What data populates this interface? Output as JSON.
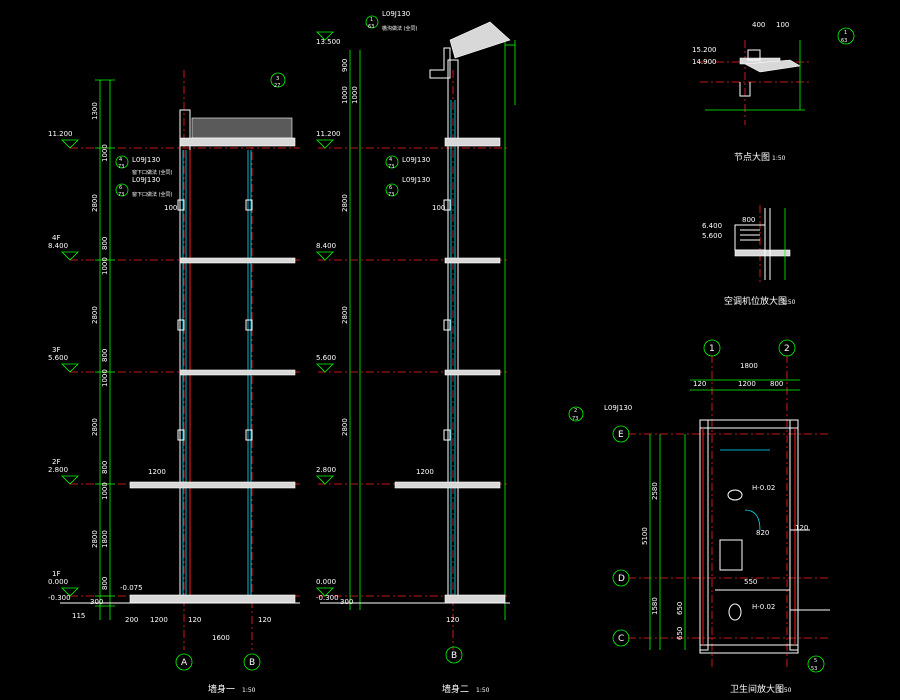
{
  "section1": {
    "title": "墙身一",
    "scale": "1:50",
    "levels": [
      "11.200",
      "8.400",
      "5.600",
      "2.800",
      "0.000",
      "-0.300"
    ],
    "floor_tags": [
      "4F",
      "3F",
      "2F",
      "1F"
    ],
    "dims_left": [
      "1300",
      "2800",
      "2800",
      "2800",
      "2800",
      "300",
      "115"
    ],
    "dims_sub": [
      "1000",
      "800",
      "1000",
      "800",
      "1000",
      "800",
      "1000",
      "800",
      "1800"
    ],
    "bottom_dims": [
      "200",
      "1200",
      "120",
      "1600",
      "120"
    ],
    "ref_tags": [
      {
        "num": "4",
        "sheet": "73",
        "text": "L09J130"
      },
      {
        "num": "6",
        "sheet": "73",
        "text": "L09J130"
      }
    ],
    "note_lines": [
      "窗下口做法 (全同)",
      "窗下口做法 (全同)"
    ],
    "sill": "100",
    "canopy": "1200",
    "ground": "-0.075",
    "axis_a": "A",
    "axis_b": "B",
    "top_tag": {
      "num": "3",
      "sheet": "27"
    }
  },
  "section2": {
    "title": "墙身二",
    "scale": "1:50",
    "levels": [
      "13.500",
      "11.200",
      "8.400",
      "5.600",
      "2.800",
      "0.000",
      "-0.300"
    ],
    "dims_left": [
      "900",
      "1000",
      "1000",
      "2800",
      "2800",
      "2800",
      "300"
    ],
    "top_ref": {
      "num": "1",
      "sheet": "63",
      "text": "L09J130",
      "label": "檐沟做法 (全同)"
    },
    "ref_tags": [
      {
        "num": "4",
        "sheet": "73",
        "text": "L09J130"
      },
      {
        "num": "6",
        "sheet": "73",
        "text": "L09J130"
      }
    ],
    "sill": "100",
    "canopy": "1200",
    "bottom_dim": "120",
    "axis_b": "B"
  },
  "detail1": {
    "title": "节点大图",
    "scale": "1:50",
    "levels": [
      "15.200",
      "14.900"
    ],
    "dims": [
      "400",
      "100"
    ],
    "tag": {
      "num": "1",
      "sheet": "63"
    }
  },
  "detail2": {
    "title": "空调机位放大图",
    "scale": "1:50",
    "levels": [
      "6.400",
      "5.600"
    ],
    "dims": [
      "800"
    ]
  },
  "detail3": {
    "title": "卫生间放大图",
    "scale": "1:50",
    "axes_top": [
      "1",
      "2"
    ],
    "axes_left": [
      "E",
      "D",
      "C"
    ],
    "dims_top": [
      "1800",
      "1200",
      "800",
      "120"
    ],
    "dims_left": [
      "2580",
      "5100",
      "1580",
      "650",
      "650"
    ],
    "heights": [
      "H-0.02",
      "H-0.02"
    ],
    "dims_inner": [
      "820",
      "550",
      "120"
    ],
    "ref_tag": {
      "num": "2",
      "sheet": "73",
      "text": "L09J130"
    },
    "bottom_tag": {
      "num": "5",
      "sheet": "53"
    }
  },
  "colors": {
    "bg": "#000000",
    "dim": "#00ff00",
    "axis": "#ff2020",
    "glass": "#00e5ff",
    "line": "#ffffff"
  }
}
